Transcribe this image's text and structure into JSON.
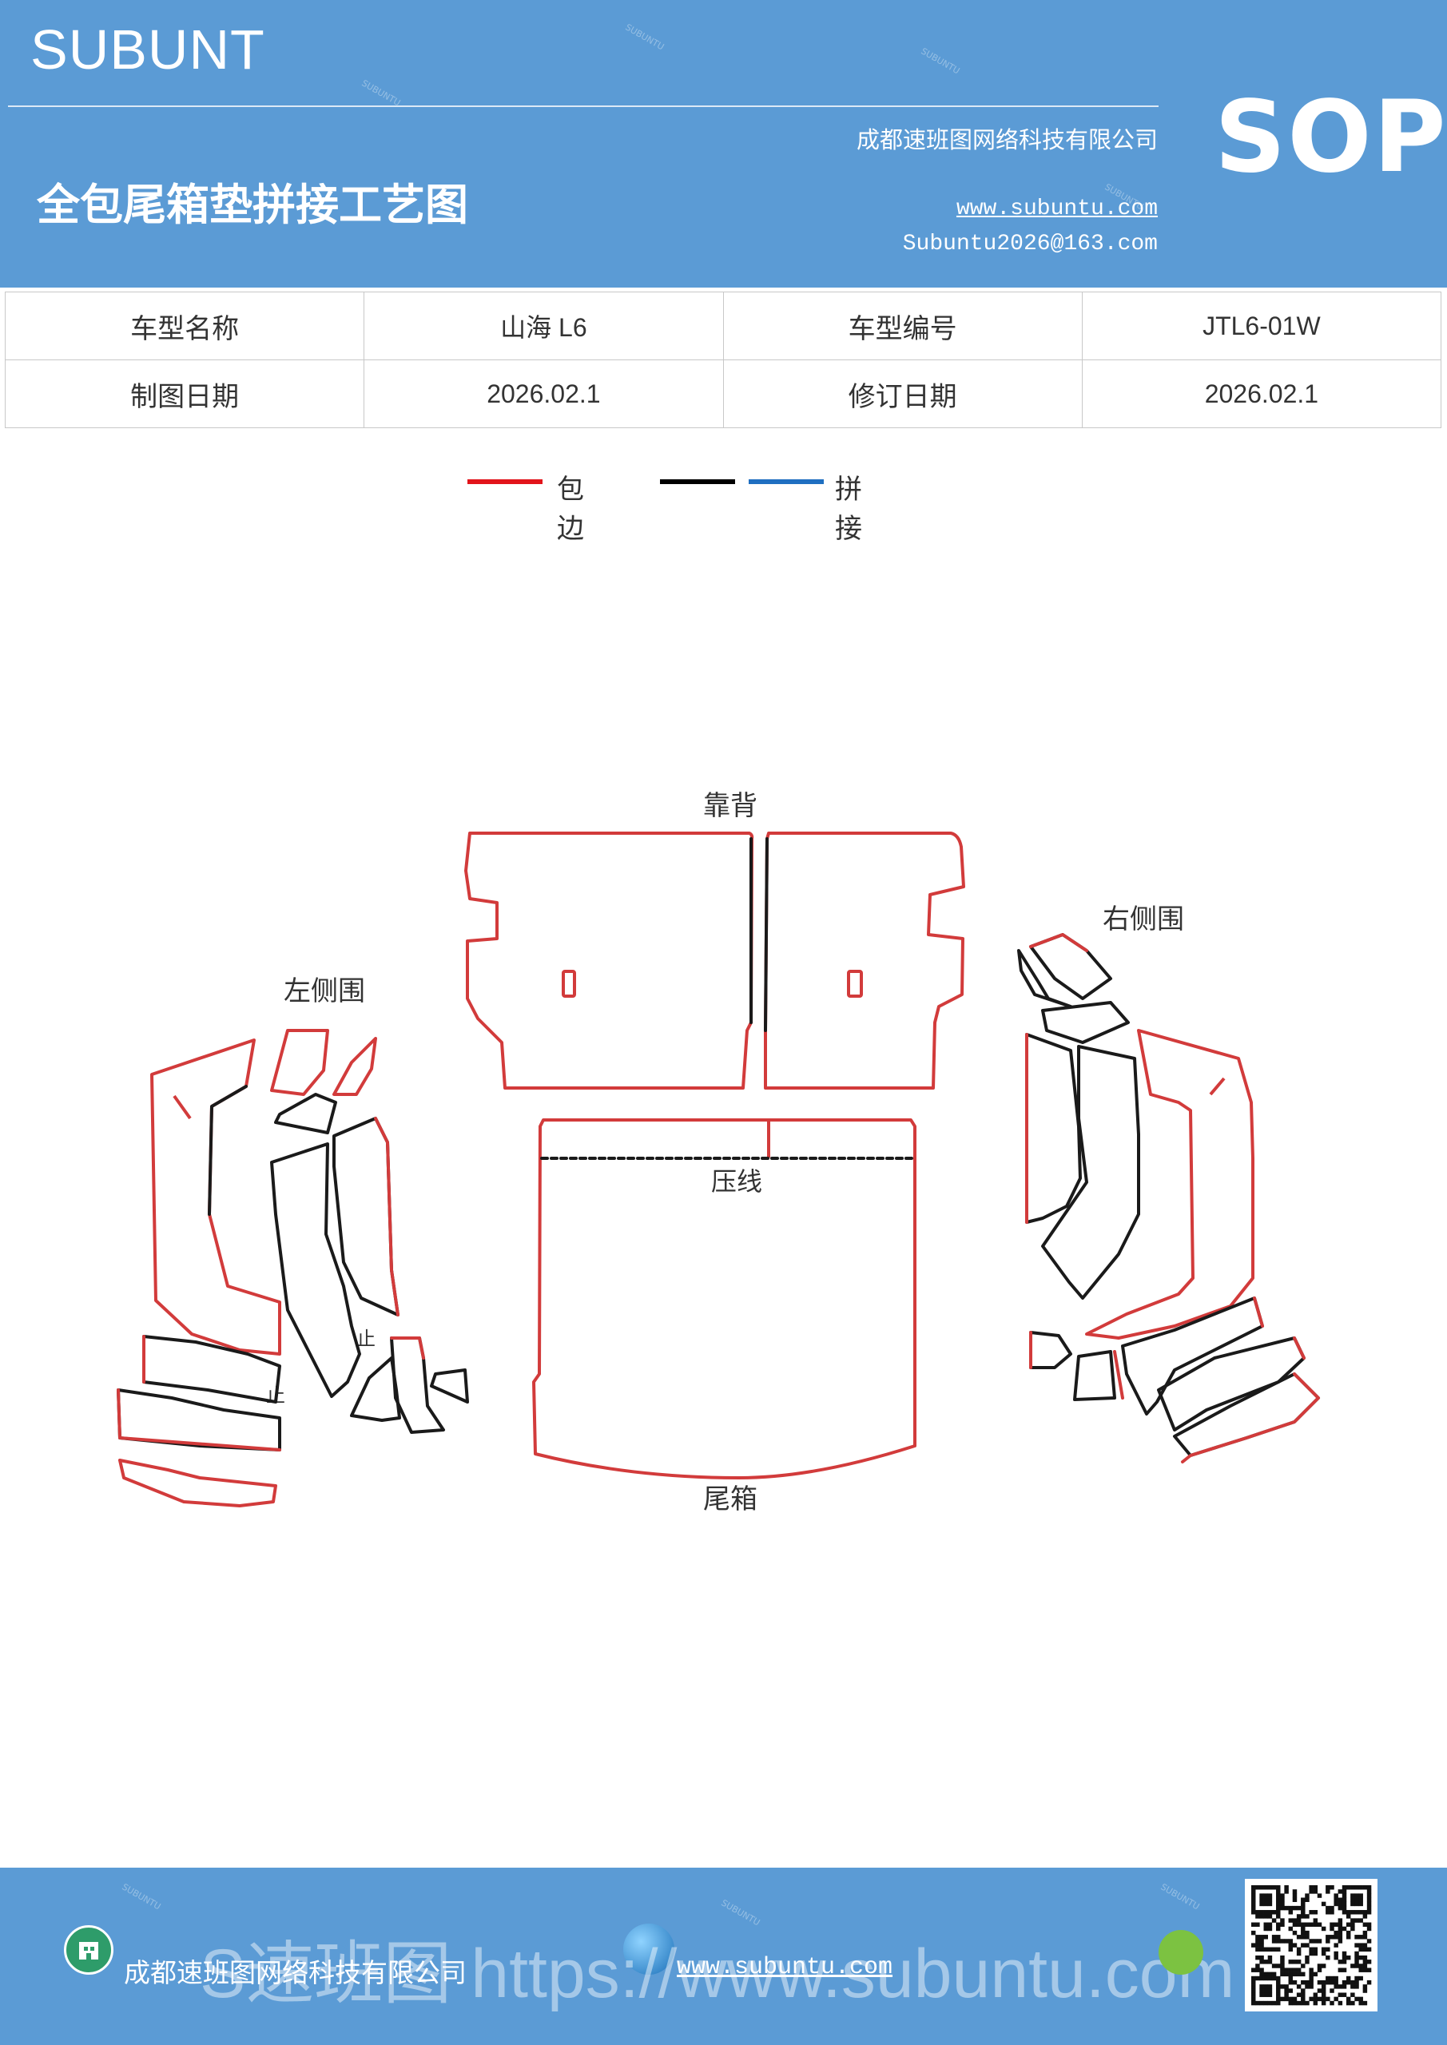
{
  "header": {
    "brand": "SUBUNT",
    "doc_title": "全包尾箱垫拼接工艺图",
    "company": "成都速班图网络科技有限公司",
    "website": "www.subuntu.com",
    "email": "Subuntu2026@163.com",
    "badge": "SOP"
  },
  "info_table": {
    "row1": [
      "车型名称",
      "山海 L6",
      "车型编号",
      "JTL6-01W"
    ],
    "row2": [
      "制图日期",
      "2026.02.1",
      "修订日期",
      "2026.02.1"
    ]
  },
  "legend": {
    "items": [
      {
        "color": "#e2141b",
        "label": "包边"
      },
      {
        "color": "#000000",
        "label": ""
      },
      {
        "color": "#1f6fc1",
        "label": "拼接"
      }
    ]
  },
  "diagram": {
    "labels": {
      "backrest": "靠背",
      "left_side": "左侧围",
      "right_side": "右侧围",
      "press_line": "压线",
      "trunk": "尾箱",
      "stop_1": "止",
      "stop_2": "止"
    },
    "colors": {
      "edge_binding": "#d23b3b",
      "seam": "#1a1a1a",
      "press_line": "#1a1a1a"
    }
  },
  "footer": {
    "company": "成都速班图网络科技有限公司",
    "website": "www.subuntu.com",
    "overlay_text": "S速班图 https://www.subuntu.com"
  }
}
